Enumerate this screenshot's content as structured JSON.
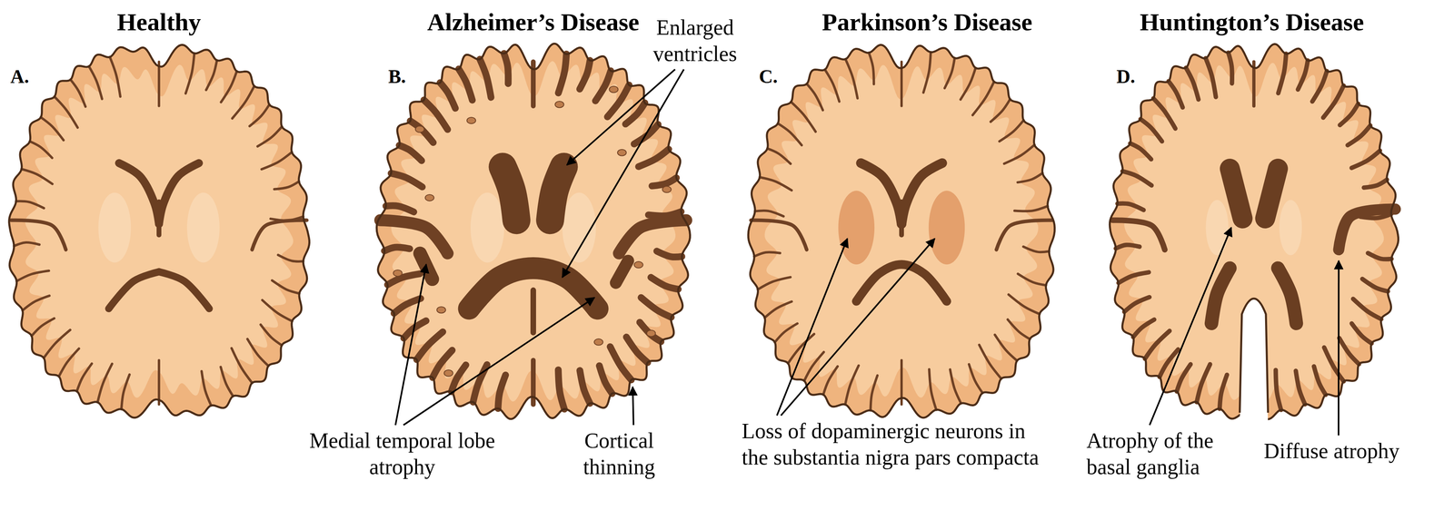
{
  "diagram": {
    "labels": [
      "Healthy",
      "A.",
      "Alzheimer’s Disease",
      "B.",
      "Enlarged ventricles",
      "Parkinson’s Disease",
      "C.",
      "Huntington’s Disease",
      "D.",
      "Medial temporal lobe atrophy",
      "Cortical thinning",
      "Loss of dopaminergic neurons in the substantia nigra pars compacta",
      "Atrophy of the basal ganglia",
      "Diffuse atrophy"
    ]
  }
}
